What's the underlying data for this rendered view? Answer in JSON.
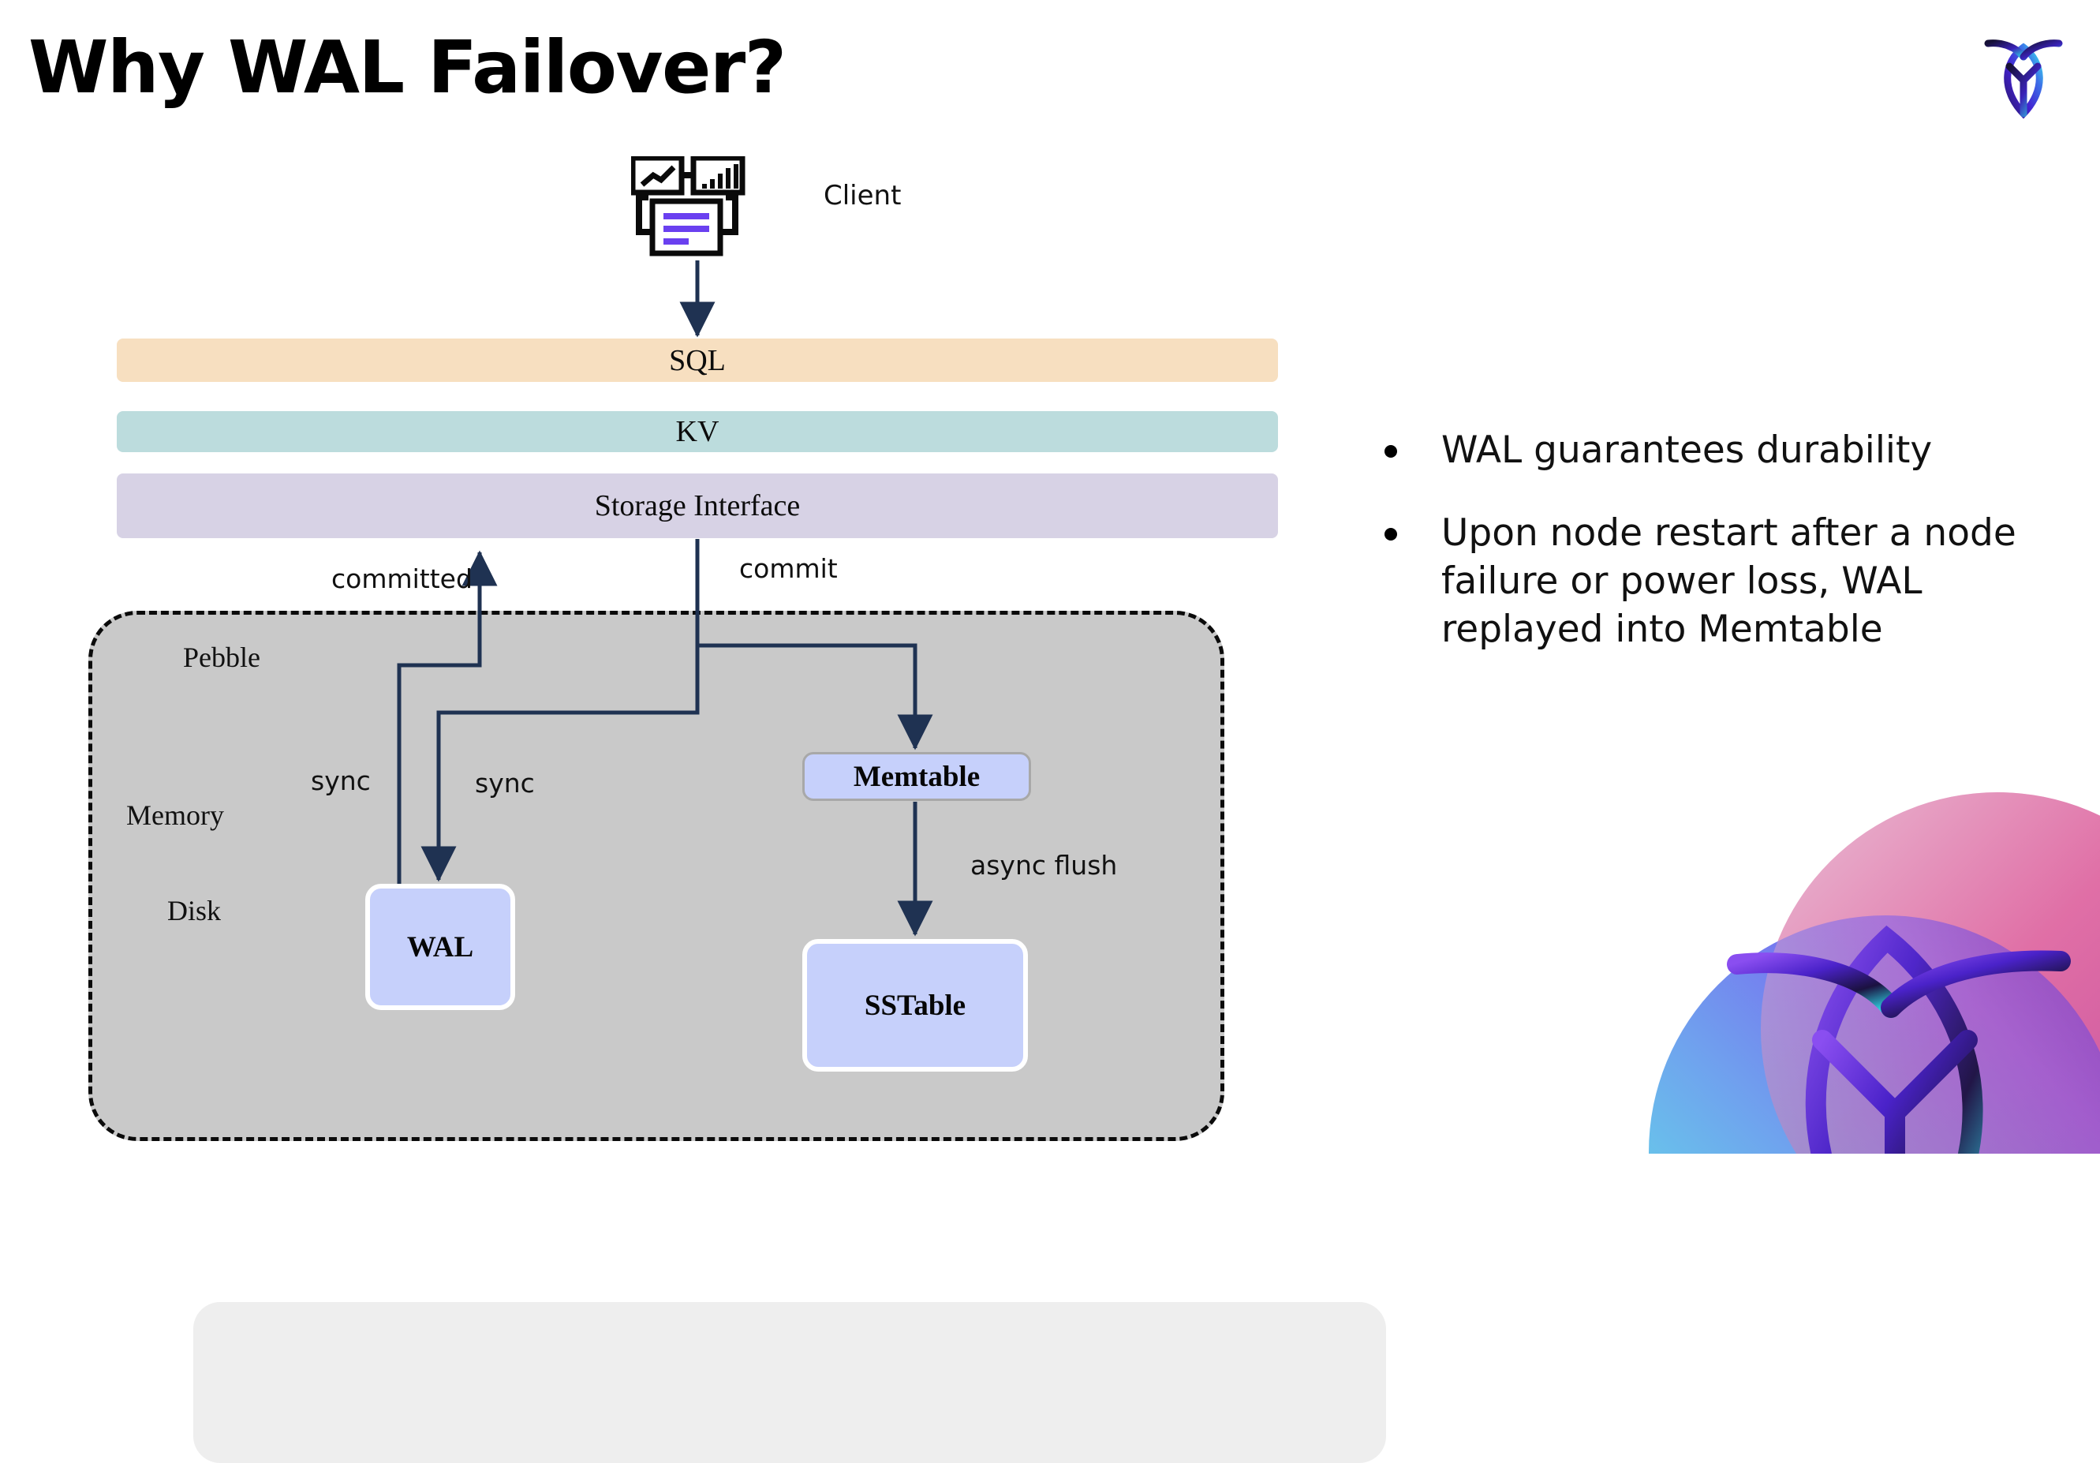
{
  "slide": {
    "title": "Why WAL Failover?",
    "background_color": "#ffffff"
  },
  "brand": {
    "logo_name": "cockroachdb-logo",
    "gradient_colors": [
      "#1b1140",
      "#4a22c9",
      "#2de0e8",
      "#7b3fe4"
    ]
  },
  "decoration": {
    "name": "cockroachdb-corner-artwork",
    "colors": [
      "#e46aa0",
      "#c14b9e",
      "#5ae5e0",
      "#6f8ef0",
      "#4a22c9",
      "#1b1140"
    ]
  },
  "diagram": {
    "client": {
      "label": "Client",
      "icon_name": "client-dashboard-icon",
      "accent_color": "#6a40f0"
    },
    "layers": [
      {
        "id": "sql",
        "label": "SQL",
        "color": "#f7dfc0"
      },
      {
        "id": "kv",
        "label": "KV",
        "color": "#bcdcdd"
      },
      {
        "id": "storage",
        "label": "Storage Interface",
        "color": "#d7d2e5"
      }
    ],
    "container": {
      "label": "Pebble",
      "fill_color": "#c9c9c9",
      "border_style": "dashed",
      "border_color": "#0b0b0b"
    },
    "regions": [
      {
        "id": "memory",
        "label": "Memory",
        "color": "#eeeeee"
      },
      {
        "id": "disk",
        "label": "Disk",
        "color": "#c9c9c9"
      }
    ],
    "stores": [
      {
        "id": "memtable",
        "label": "Memtable",
        "color": "#c6d0fb",
        "region": "memory"
      },
      {
        "id": "wal",
        "label": "WAL",
        "color": "#c6d0fb",
        "region": "disk"
      },
      {
        "id": "sstable",
        "label": "SSTable",
        "color": "#c6d0fb",
        "region": "disk"
      }
    ],
    "edges": [
      {
        "id": "commit",
        "label": "commit",
        "from": "storage",
        "to": "memtable"
      },
      {
        "id": "committed",
        "label": "committed",
        "from": "wal",
        "to": "storage"
      },
      {
        "id": "sync-left",
        "label": "sync",
        "from": "storage",
        "to": "wal"
      },
      {
        "id": "sync-right",
        "label": "sync",
        "from": "storage",
        "to": "wal"
      },
      {
        "id": "async-flush",
        "label": "async flush",
        "from": "memtable",
        "to": "sstable"
      }
    ],
    "edge_color": "#1f3252"
  },
  "bullets": [
    {
      "text": "WAL guarantees durability"
    },
    {
      "text": "Upon node restart after a node failure or power loss, WAL replayed into Memtable"
    }
  ]
}
